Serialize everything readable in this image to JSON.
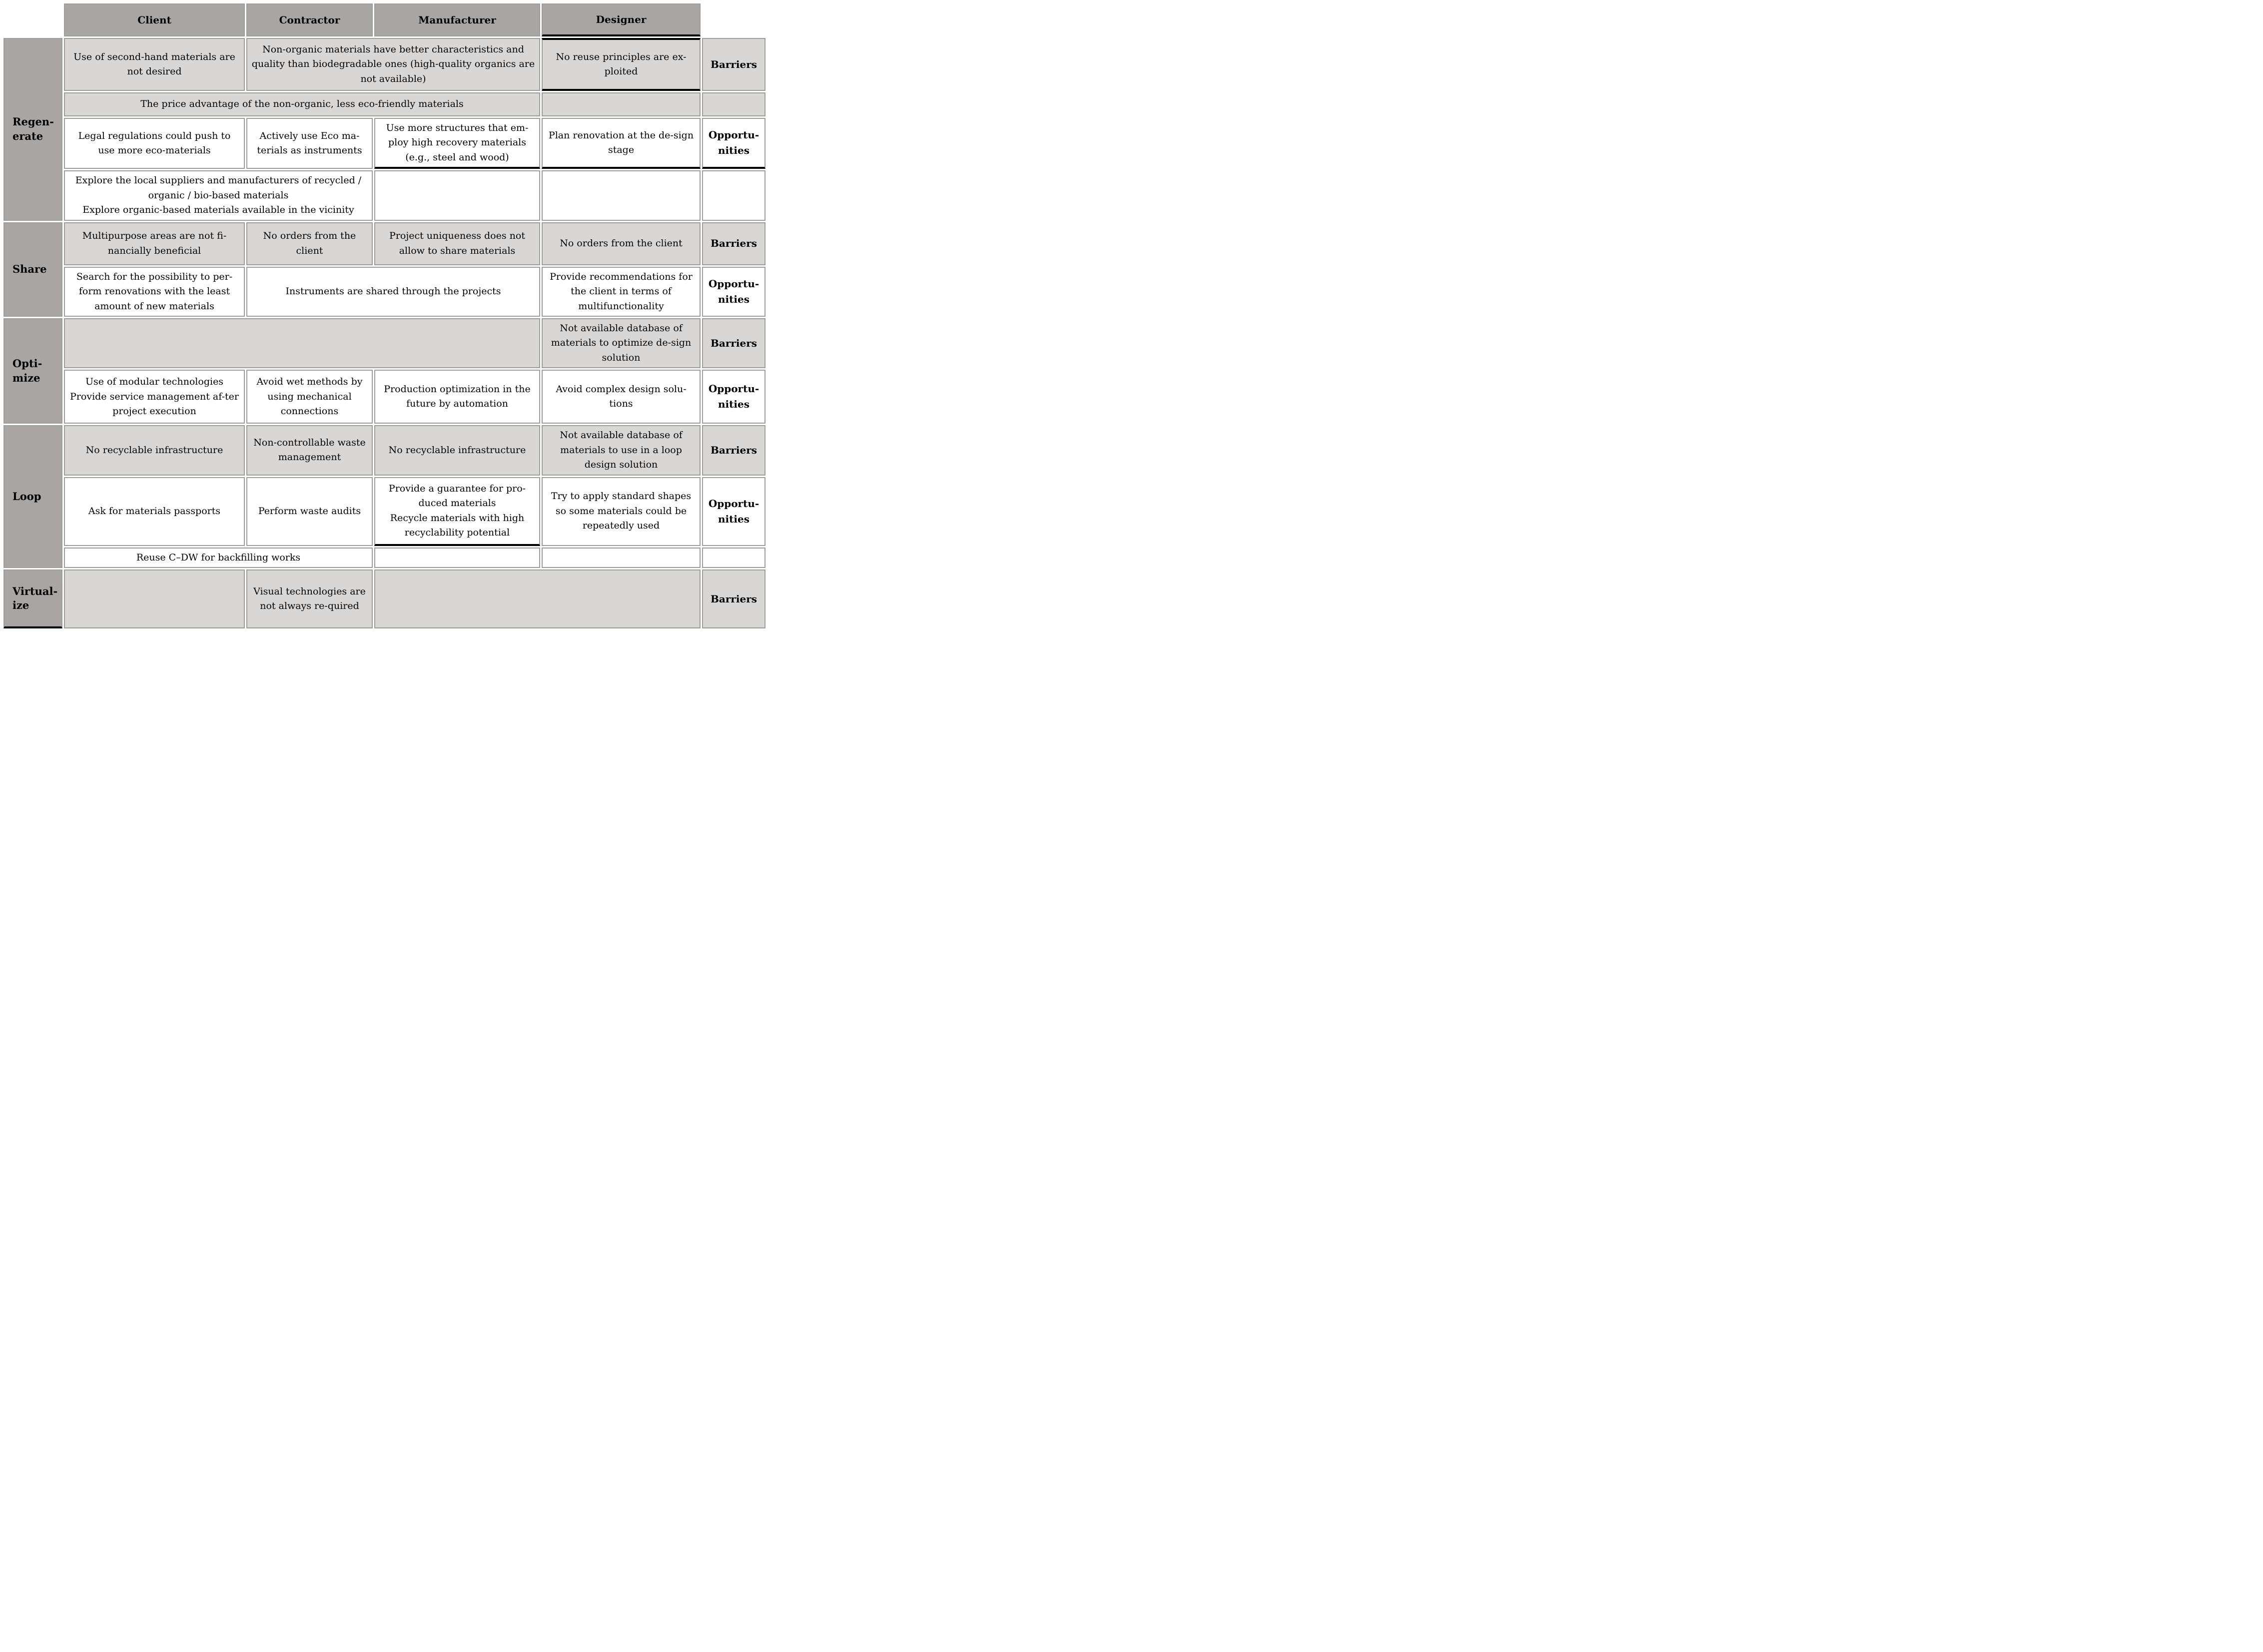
{
  "header": {
    "columns": [
      "Client",
      "Contractor",
      "Manufacturer",
      "Designer"
    ]
  },
  "side": {
    "regenerate": "Regen-erate",
    "share": "Share",
    "optimize": "Opti-mize",
    "loop": "Loop",
    "virtualize": "Virtual-ize"
  },
  "labels": {
    "barriers": "Barriers",
    "opportunities": "Opportu-nities"
  },
  "regenerate": {
    "barrier_client": "Use of second-hand materials are not desired",
    "barrier_contractor_manufacturer": "Non-organic materials have better characteristics and quality than biodegradable ones (high-quality organics are not available)",
    "barrier_designer": "No reuse principles are ex-ploited",
    "barrier_price": "The price advantage of the non-organic, less eco-friendly materials",
    "opp_client": "Legal regulations could push to use more eco-materials",
    "opp_contractor": "Actively use Eco ma-terials as instruments",
    "opp_manufacturer": "Use more structures that em-ploy high recovery materials (e.g., steel and wood)",
    "opp_designer": "Plan renovation at the de-sign stage",
    "opp_explore": "Explore the local suppliers and manufacturers of recycled / organic / bio-based materials\nExplore organic-based materials available in the vicinity"
  },
  "share": {
    "barrier_client": "Multipurpose areas are not fi-nancially beneficial",
    "barrier_contractor": "No orders from the client",
    "barrier_manufacturer": "Project uniqueness does not allow to share materials",
    "barrier_designer": "No orders from the client",
    "opp_client": "Search for the possibility to per-form renovations with the least amount of new materials",
    "opp_contractor_manufacturer": "Instruments are shared through the projects",
    "opp_designer": "Provide recommendations for the client in terms of multifunctionality"
  },
  "optimize": {
    "barrier_client_contractor_manufacturer": "",
    "barrier_designer": "Not available database of materials to optimize de-sign solution",
    "opp_client": "Use of modular technologies\nProvide service management af-ter project execution",
    "opp_contractor": "Avoid wet methods by using mechanical connections",
    "opp_manufacturer": "Production optimization in the future by automation",
    "opp_designer": "Avoid complex design solu-tions"
  },
  "loop": {
    "barrier_client": "No recyclable infrastructure",
    "barrier_contractor": "Non-controllable waste management",
    "barrier_manufacturer": "No recyclable infrastructure",
    "barrier_designer": "Not available database of materials to use in a loop design solution",
    "opp_client": "Ask for materials passports",
    "opp_contractor": "Perform waste audits",
    "opp_manufacturer": "Provide a guarantee for pro-duced materials\nRecycle materials with high recyclability potential",
    "opp_designer": "Try to apply standard shapes so some materials could be repeatedly used",
    "opp_reuse": "Reuse C–DW for backfilling works"
  },
  "virtualize": {
    "barrier_client": "",
    "barrier_contractor": "Visual technologies are not always re-quired",
    "barrier_manufacturer_designer": ""
  }
}
